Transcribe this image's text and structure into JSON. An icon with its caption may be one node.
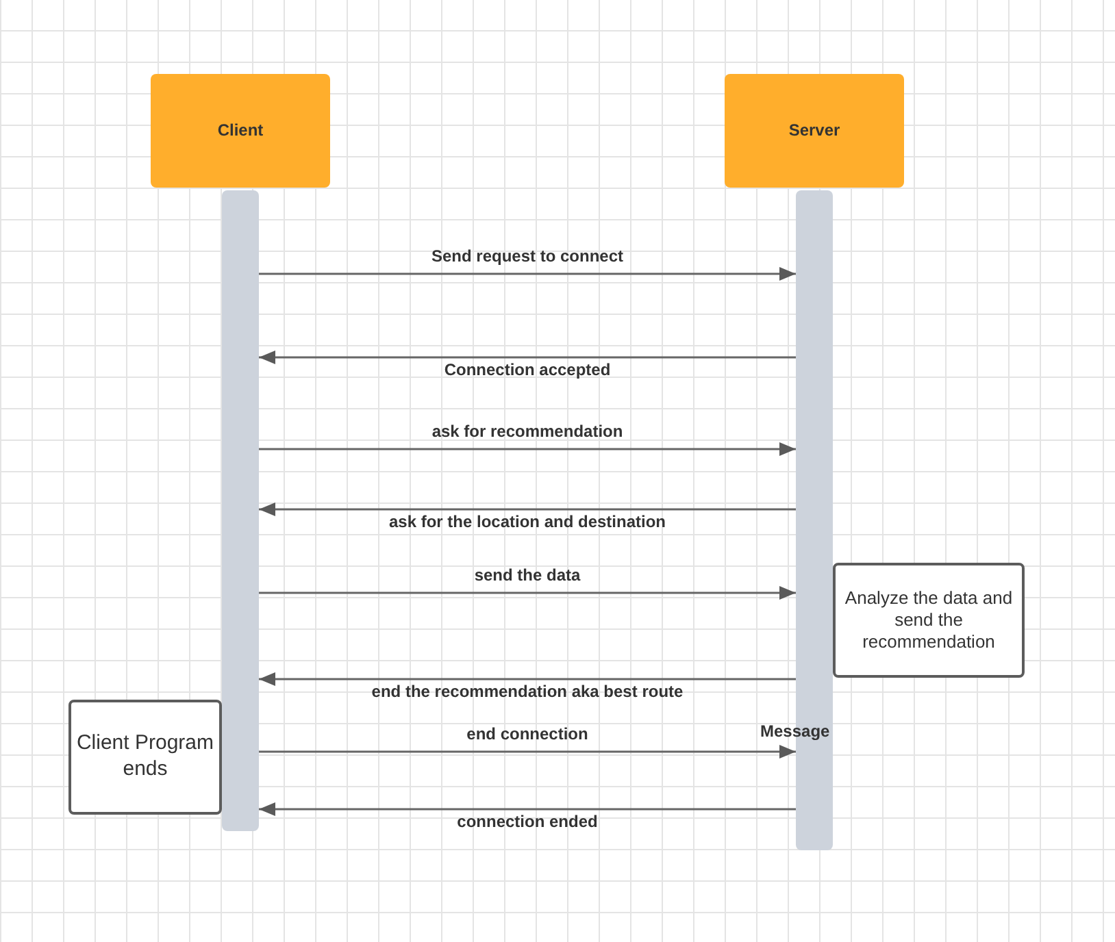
{
  "diagram": {
    "nodes": [
      {
        "text": [
          "Client"
        ]
      },
      {
        "text": [
          "Server"
        ]
      },
      {
        "text": [],
        "shape": "bar"
      },
      {
        "text": [],
        "shape": "bar"
      },
      {
        "text": [
          "Analyze the data and send the recommendation"
        ]
      },
      {
        "text": [
          "Client Program ends"
        ]
      }
    ],
    "edges": [
      {
        "from": 2,
        "to": 3,
        "arrow": "to",
        "label": "Send request to connect"
      },
      {
        "from": 3,
        "to": 2,
        "arrow": "to",
        "label": "Connection accepted"
      },
      {
        "from": 2,
        "to": 3,
        "arrow": "to",
        "label": "ask for recommendation"
      },
      {
        "from": 3,
        "to": 2,
        "arrow": "to",
        "label": "ask for the location and destination"
      },
      {
        "from": 2,
        "to": 3,
        "arrow": "to",
        "label": "send the data"
      },
      {
        "from": 3,
        "to": 2,
        "arrow": "to",
        "label": "end the recommendation aka best route"
      },
      {
        "from": 2,
        "to": 3,
        "arrow": "to",
        "label": "end connection"
      },
      {
        "from": 3,
        "to": 2,
        "arrow": "to",
        "label": "connection ended"
      }
    ],
    "labels": [
      "Message"
    ]
  }
}
